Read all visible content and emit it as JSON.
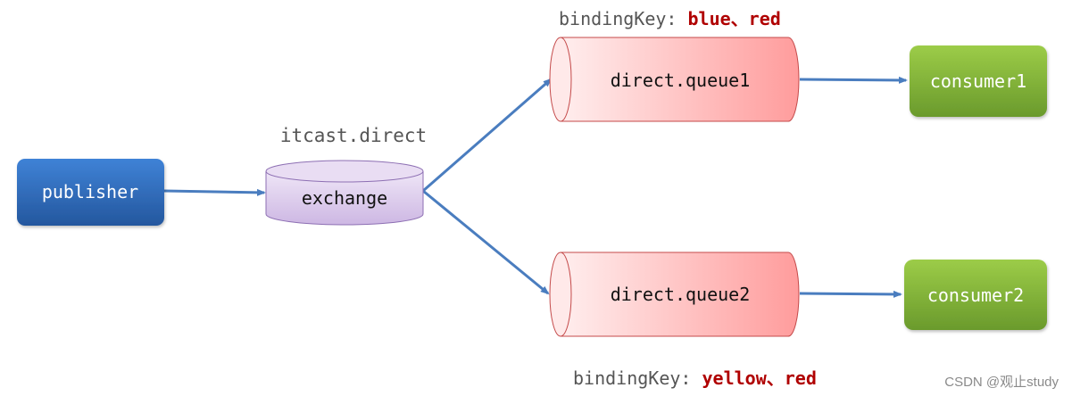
{
  "nodes": {
    "publisher": {
      "label": "publisher"
    },
    "exchange": {
      "label": "exchange",
      "name": "itcast.direct"
    },
    "queue1": {
      "label": "direct.queue1",
      "binding_prefix": "bindingKey: ",
      "binding_keys": "blue、red"
    },
    "queue2": {
      "label": "direct.queue2",
      "binding_prefix": "bindingKey: ",
      "binding_keys": "yellow、red"
    },
    "consumer1": {
      "label": "consumer1"
    },
    "consumer2": {
      "label": "consumer2"
    }
  },
  "edges": [
    {
      "from": "publisher",
      "to": "exchange"
    },
    {
      "from": "exchange",
      "to": "queue1"
    },
    {
      "from": "exchange",
      "to": "queue2"
    },
    {
      "from": "queue1",
      "to": "consumer1"
    },
    {
      "from": "queue2",
      "to": "consumer2"
    }
  ],
  "watermark": "CSDN @观止study",
  "colors": {
    "publisher": "#2f6fbf",
    "exchange": "#d9c8ea",
    "queue": "#ffb3b3",
    "consumer": "#8fbf3f",
    "arrow": "#4a7dbf",
    "binding_key": "#b00000"
  }
}
